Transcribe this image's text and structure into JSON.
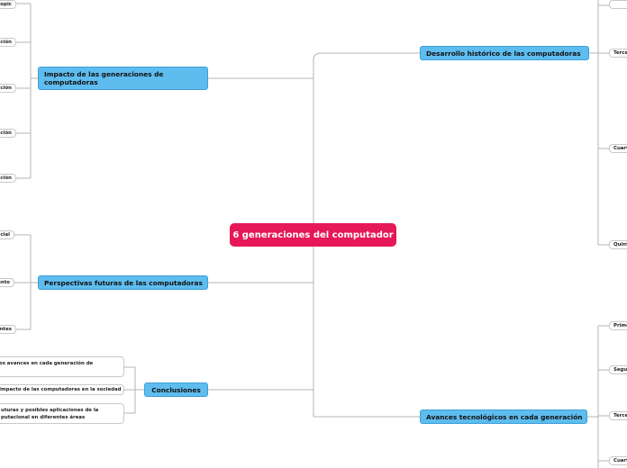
{
  "central": {
    "label": "6 generaciones del computador"
  },
  "main_topics": {
    "impacto": "Impacto de las generaciones de computadoras",
    "perspectivas": "Perspectivas futuras de las computadoras",
    "conclusiones": "Conclusiones",
    "desarrollo": "Desarrollo histórico de las computadoras",
    "avances": "Avances tecnológicos en cada generación"
  },
  "subtopics": {
    "impacto": [
      "topic",
      "ación",
      "ación",
      "ación",
      "ación"
    ],
    "perspectivas": [
      "ficial",
      "iento",
      "entes"
    ],
    "conclusiones": [
      "os avances en cada generación de",
      "Impacto de las computadoras en la sociedad",
      "uturas y posibles aplicaciones de la putacional en diferentes áreas"
    ],
    "desarrollo": [
      "Tercer",
      "Cuart",
      "Quint"
    ],
    "avances": [
      "Primer",
      "Segun",
      "Tercer",
      "Cuart"
    ]
  }
}
